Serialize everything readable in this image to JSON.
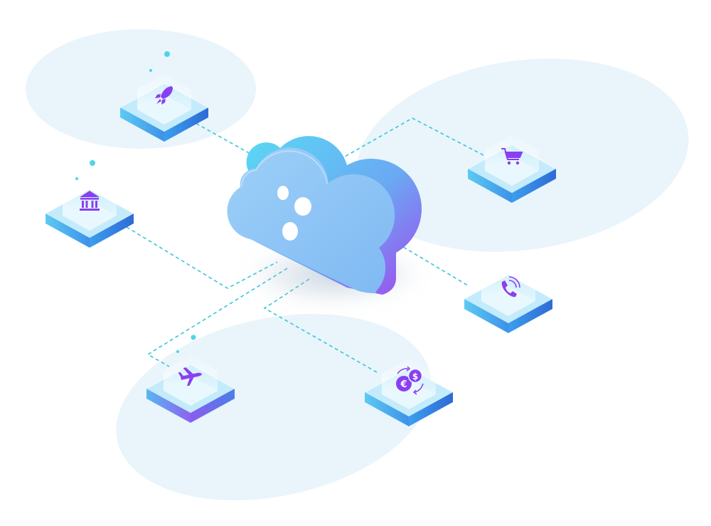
{
  "colors": {
    "background": "#ffffff",
    "blob": "#e9f5fb",
    "connector": "#38c6d6",
    "dot": "#4fd3ea",
    "tile_top": "#c4ecfb",
    "tile_glass": "#e8f7fd",
    "tile_side_left_from": "#58c6f0",
    "tile_side_left_to": "#3a8fe6",
    "tile_side_right_from": "#3fa6ee",
    "tile_side_right_to": "#2f6fd8",
    "tile_purple_edge": "#8f5cf0",
    "icon": "#8a3ff1",
    "cloud_front": "#8fc7f6",
    "cloud_side_from": "#59d9f3",
    "cloud_side_to": "#9b49ef"
  },
  "hub": {
    "icon": "cloud-icon"
  },
  "nodes": [
    {
      "id": "rocket",
      "icon": "rocket-icon"
    },
    {
      "id": "bank",
      "icon": "bank-icon"
    },
    {
      "id": "airplane",
      "icon": "airplane-icon"
    },
    {
      "id": "currency-exchange",
      "icon": "currency-exchange-icon"
    },
    {
      "id": "phone",
      "icon": "phone-call-icon"
    },
    {
      "id": "shopping-cart",
      "icon": "shopping-cart-icon"
    }
  ]
}
